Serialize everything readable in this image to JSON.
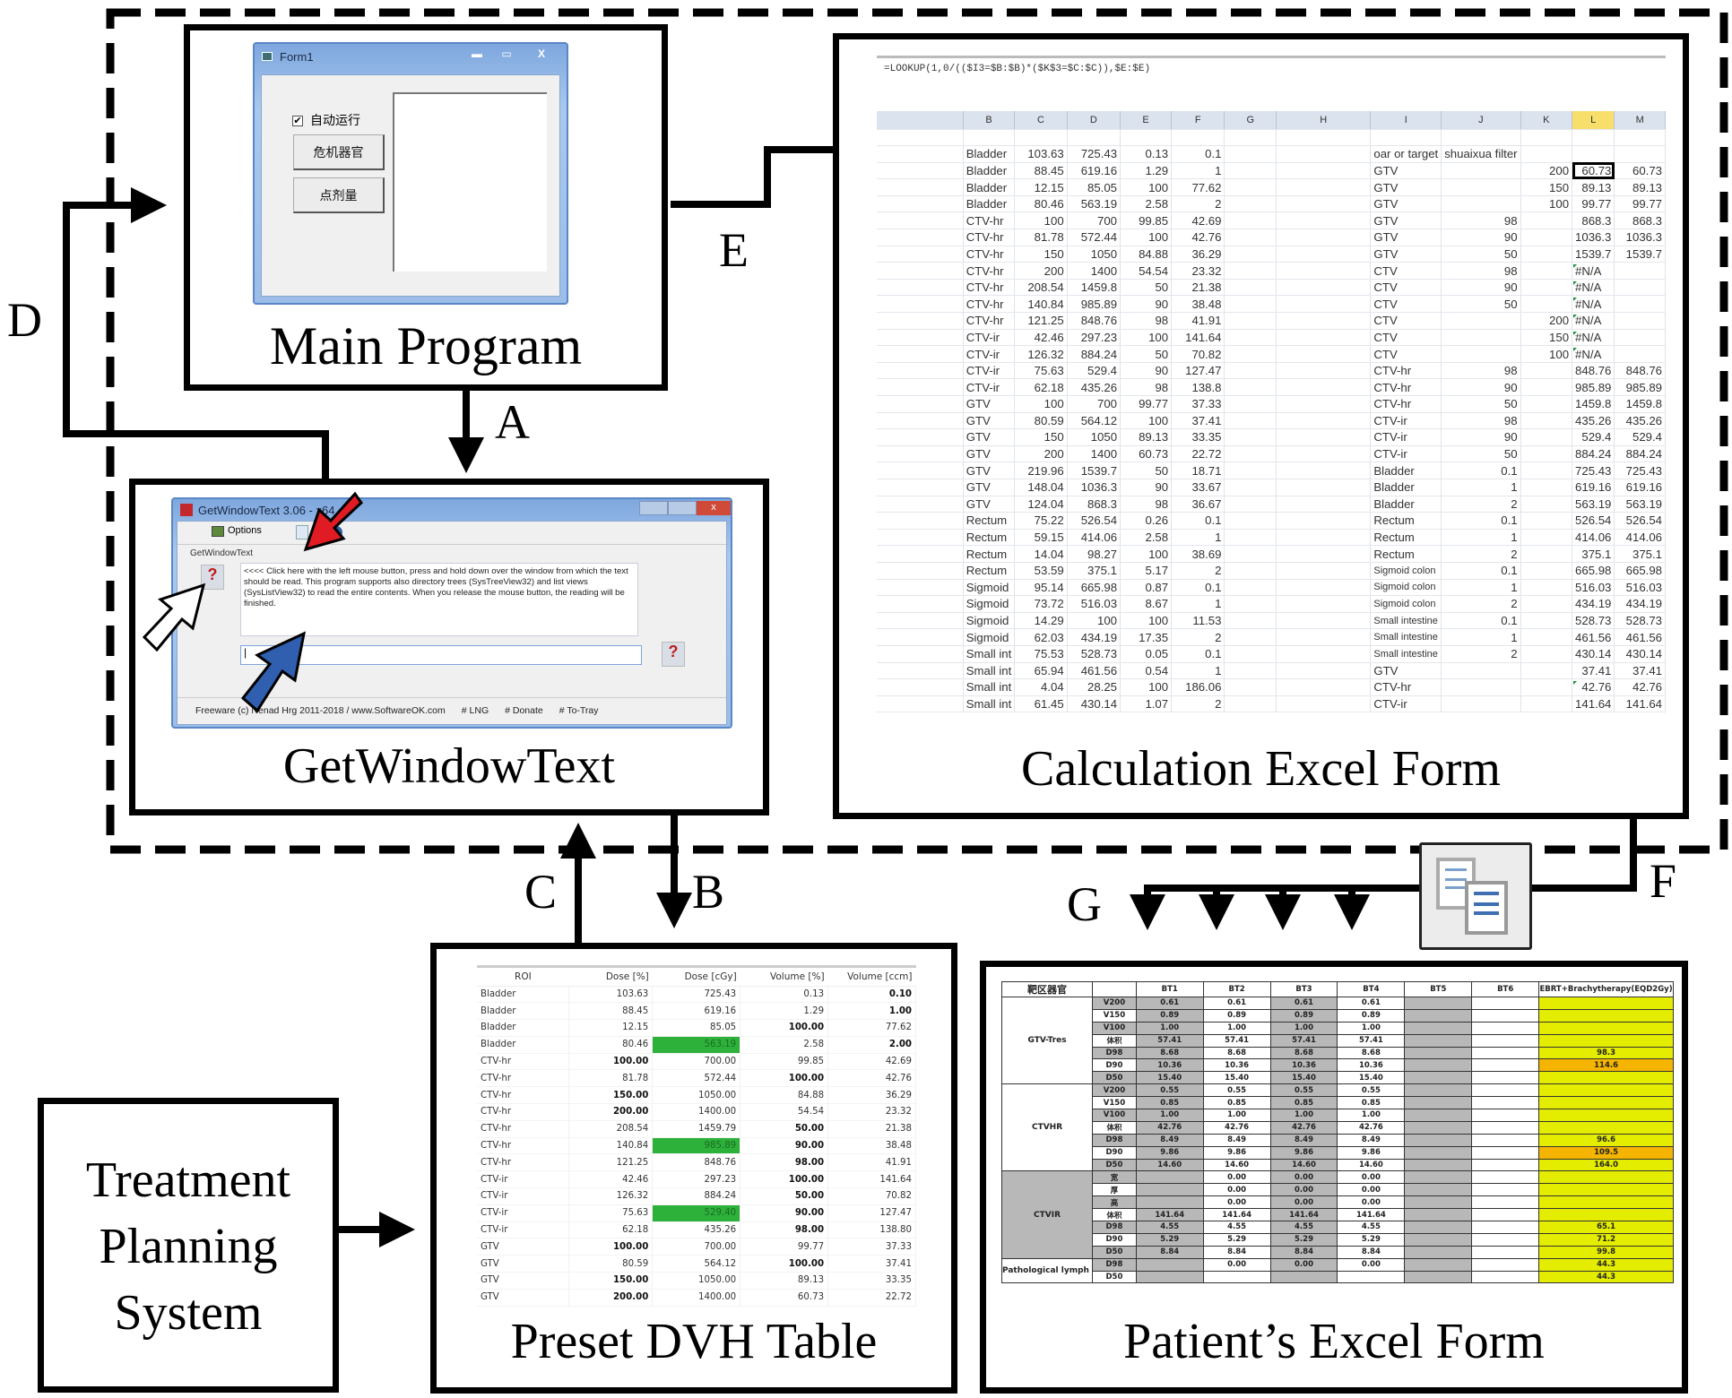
{
  "labels": {
    "A": "A",
    "B": "B",
    "C": "C",
    "D": "D",
    "E": "E",
    "F": "F",
    "G": "G"
  },
  "main_program": {
    "caption": "Main Program",
    "window_title": "Form1",
    "checkbox_label": "自动运行",
    "checkbox_checked": true,
    "button1": "危机器官",
    "button2": "点剂量",
    "min_glyph": "▬",
    "max_glyph": "▭",
    "close_glyph": "X"
  },
  "getwindowtext": {
    "caption": "GetWindowText",
    "window_title": "GetWindowText 3.06 - x64",
    "toolbar_options": "Options",
    "group_label": "GetWindowText",
    "instructions": "<<<< Click here with the left mouse button, press and hold down over the window from which the text should be read. This program supports also directory trees (SysTreeView32) and list views (SysListView32) to read the entire contents. When you release the mouse button, the reading will be finished.",
    "input_value": "|",
    "status_footer": "Freeware (c) Nenad Hrg 2011-2018 / www.SoftwareOK.com",
    "footer_links": [
      "# LNG",
      "# Donate",
      "# To-Tray"
    ],
    "arrow_colors": {
      "red": "#e01b24",
      "blue": "#2f5fae",
      "white": "#ffffff"
    }
  },
  "calc_excel": {
    "caption": "Calculation Excel Form",
    "formula": "=LOOKUP(1,0/(($I3=$B:$B)*($K$3=$C:$C)),$E:$E)",
    "columns": [
      "B",
      "C",
      "D",
      "E",
      "F",
      "G",
      "H",
      "I",
      "J",
      "K",
      "L",
      "M"
    ],
    "selected_column": "L",
    "header_row": [
      "",
      "",
      "",
      "",
      "",
      "",
      "",
      "",
      "",
      "",
      "",
      ""
    ],
    "rows": [
      [
        "Bladder",
        "103.63",
        "725.43",
        "0.13",
        "0.1",
        "",
        "",
        "oar or target",
        "shuaixua filter",
        "",
        "",
        ""
      ],
      [
        "Bladder",
        "88.45",
        "619.16",
        "1.29",
        "1",
        "",
        "",
        "GTV",
        "",
        "200",
        "60.73",
        "60.73"
      ],
      [
        "Bladder",
        "12.15",
        "85.05",
        "100",
        "77.62",
        "",
        "",
        "GTV",
        "",
        "150",
        "89.13",
        "89.13"
      ],
      [
        "Bladder",
        "80.46",
        "563.19",
        "2.58",
        "2",
        "",
        "",
        "GTV",
        "",
        "100",
        "99.77",
        "99.77"
      ],
      [
        "CTV-hr",
        "100",
        "700",
        "99.85",
        "42.69",
        "",
        "",
        "GTV",
        "98",
        "",
        "868.3",
        "868.3"
      ],
      [
        "CTV-hr",
        "81.78",
        "572.44",
        "100",
        "42.76",
        "",
        "",
        "GTV",
        "90",
        "",
        "1036.3",
        "1036.3"
      ],
      [
        "CTV-hr",
        "150",
        "1050",
        "84.88",
        "36.29",
        "",
        "",
        "GTV",
        "50",
        "",
        "1539.7",
        "1539.7"
      ],
      [
        "CTV-hr",
        "200",
        "1400",
        "54.54",
        "23.32",
        "",
        "",
        "CTV",
        "98",
        "",
        "#N/A",
        ""
      ],
      [
        "CTV-hr",
        "208.54",
        "1459.8",
        "50",
        "21.38",
        "",
        "",
        "CTV",
        "90",
        "",
        "#N/A",
        ""
      ],
      [
        "CTV-hr",
        "140.84",
        "985.89",
        "90",
        "38.48",
        "",
        "",
        "CTV",
        "50",
        "",
        "#N/A",
        ""
      ],
      [
        "CTV-hr",
        "121.25",
        "848.76",
        "98",
        "41.91",
        "",
        "",
        "CTV",
        "",
        "200",
        "#N/A",
        ""
      ],
      [
        "CTV-ir",
        "42.46",
        "297.23",
        "100",
        "141.64",
        "",
        "",
        "CTV",
        "",
        "150",
        "#N/A",
        ""
      ],
      [
        "CTV-ir",
        "126.32",
        "884.24",
        "50",
        "70.82",
        "",
        "",
        "CTV",
        "",
        "100",
        "#N/A",
        ""
      ],
      [
        "CTV-ir",
        "75.63",
        "529.4",
        "90",
        "127.47",
        "",
        "",
        "CTV-hr",
        "98",
        "",
        "848.76",
        "848.76"
      ],
      [
        "CTV-ir",
        "62.18",
        "435.26",
        "98",
        "138.8",
        "",
        "",
        "CTV-hr",
        "90",
        "",
        "985.89",
        "985.89"
      ],
      [
        "GTV",
        "100",
        "700",
        "99.77",
        "37.33",
        "",
        "",
        "CTV-hr",
        "50",
        "",
        "1459.8",
        "1459.8"
      ],
      [
        "GTV",
        "80.59",
        "564.12",
        "100",
        "37.41",
        "",
        "",
        "CTV-ir",
        "98",
        "",
        "435.26",
        "435.26"
      ],
      [
        "GTV",
        "150",
        "1050",
        "89.13",
        "33.35",
        "",
        "",
        "CTV-ir",
        "90",
        "",
        "529.4",
        "529.4"
      ],
      [
        "GTV",
        "200",
        "1400",
        "60.73",
        "22.72",
        "",
        "",
        "CTV-ir",
        "50",
        "",
        "884.24",
        "884.24"
      ],
      [
        "GTV",
        "219.96",
        "1539.7",
        "50",
        "18.71",
        "",
        "",
        "Bladder",
        "0.1",
        "",
        "725.43",
        "725.43"
      ],
      [
        "GTV",
        "148.04",
        "1036.3",
        "90",
        "33.67",
        "",
        "",
        "Bladder",
        "1",
        "",
        "619.16",
        "619.16"
      ],
      [
        "GTV",
        "124.04",
        "868.3",
        "98",
        "36.67",
        "",
        "",
        "Bladder",
        "2",
        "",
        "563.19",
        "563.19"
      ],
      [
        "Rectum",
        "75.22",
        "526.54",
        "0.26",
        "0.1",
        "",
        "",
        "Rectum",
        "0.1",
        "",
        "526.54",
        "526.54"
      ],
      [
        "Rectum",
        "59.15",
        "414.06",
        "2.58",
        "1",
        "",
        "",
        "Rectum",
        "1",
        "",
        "414.06",
        "414.06"
      ],
      [
        "Rectum",
        "14.04",
        "98.27",
        "100",
        "38.69",
        "",
        "",
        "Rectum",
        "2",
        "",
        "375.1",
        "375.1"
      ],
      [
        "Rectum",
        "53.59",
        "375.1",
        "5.17",
        "2",
        "",
        "",
        "Sigmoid colon",
        "0.1",
        "",
        "665.98",
        "665.98"
      ],
      [
        "Sigmoid",
        "95.14",
        "665.98",
        "0.87",
        "0.1",
        "",
        "",
        "Sigmoid colon",
        "1",
        "",
        "516.03",
        "516.03"
      ],
      [
        "Sigmoid",
        "73.72",
        "516.03",
        "8.67",
        "1",
        "",
        "",
        "Sigmoid colon",
        "2",
        "",
        "434.19",
        "434.19"
      ],
      [
        "Sigmoid",
        "14.29",
        "100",
        "100",
        "11.53",
        "",
        "",
        "Small intestine",
        "0.1",
        "",
        "528.73",
        "528.73"
      ],
      [
        "Sigmoid",
        "62.03",
        "434.19",
        "17.35",
        "2",
        "",
        "",
        "Small intestine",
        "1",
        "",
        "461.56",
        "461.56"
      ],
      [
        "Small int",
        "75.53",
        "528.73",
        "0.05",
        "0.1",
        "",
        "",
        "Small intestine",
        "2",
        "",
        "430.14",
        "430.14"
      ],
      [
        "Small int",
        "65.94",
        "461.56",
        "0.54",
        "1",
        "",
        "",
        "GTV",
        "",
        "",
        "37.41",
        "37.41"
      ],
      [
        "Small int",
        "4.04",
        "28.25",
        "100",
        "186.06",
        "",
        "",
        "CTV-hr",
        "",
        "",
        "42.76",
        "42.76"
      ],
      [
        "Small int",
        "61.45",
        "430.14",
        "1.07",
        "2",
        "",
        "",
        "CTV-ir",
        "",
        "",
        "141.64",
        "141.64"
      ]
    ]
  },
  "dvh_table": {
    "caption": "Preset DVH Table",
    "headers": [
      "ROI",
      "Dose [%]",
      "Dose [cGy]",
      "Volume [%]",
      "Volume [ccm]"
    ],
    "highlight_color": "#2db13a",
    "rows": [
      {
        "cells": [
          "Bladder",
          "103.63",
          "725.43",
          "0.13",
          "0.10"
        ],
        "bold": [
          4
        ],
        "hl": []
      },
      {
        "cells": [
          "Bladder",
          "88.45",
          "619.16",
          "1.29",
          "1.00"
        ],
        "bold": [
          4
        ],
        "hl": []
      },
      {
        "cells": [
          "Bladder",
          "12.15",
          "85.05",
          "100.00",
          "77.62"
        ],
        "bold": [
          3
        ],
        "hl": []
      },
      {
        "cells": [
          "Bladder",
          "80.46",
          "563.19",
          "2.58",
          "2.00"
        ],
        "bold": [
          4
        ],
        "hl": [
          2
        ]
      },
      {
        "cells": [
          "CTV-hr",
          "100.00",
          "700.00",
          "99.85",
          "42.69"
        ],
        "bold": [
          1
        ],
        "hl": []
      },
      {
        "cells": [
          "CTV-hr",
          "81.78",
          "572.44",
          "100.00",
          "42.76"
        ],
        "bold": [
          3
        ],
        "hl": []
      },
      {
        "cells": [
          "CTV-hr",
          "150.00",
          "1050.00",
          "84.88",
          "36.29"
        ],
        "bold": [
          1
        ],
        "hl": []
      },
      {
        "cells": [
          "CTV-hr",
          "200.00",
          "1400.00",
          "54.54",
          "23.32"
        ],
        "bold": [
          1
        ],
        "hl": []
      },
      {
        "cells": [
          "CTV-hr",
          "208.54",
          "1459.79",
          "50.00",
          "21.38"
        ],
        "bold": [
          3
        ],
        "hl": []
      },
      {
        "cells": [
          "CTV-hr",
          "140.84",
          "985.89",
          "90.00",
          "38.48"
        ],
        "bold": [
          3
        ],
        "hl": [
          2
        ]
      },
      {
        "cells": [
          "CTV-hr",
          "121.25",
          "848.76",
          "98.00",
          "41.91"
        ],
        "bold": [
          3
        ],
        "hl": []
      },
      {
        "cells": [
          "CTV-ir",
          "42.46",
          "297.23",
          "100.00",
          "141.64"
        ],
        "bold": [
          3
        ],
        "hl": []
      },
      {
        "cells": [
          "CTV-ir",
          "126.32",
          "884.24",
          "50.00",
          "70.82"
        ],
        "bold": [
          3
        ],
        "hl": []
      },
      {
        "cells": [
          "CTV-ir",
          "75.63",
          "529.40",
          "90.00",
          "127.47"
        ],
        "bold": [
          3
        ],
        "hl": [
          2
        ]
      },
      {
        "cells": [
          "CTV-ir",
          "62.18",
          "435.26",
          "98.00",
          "138.80"
        ],
        "bold": [
          3
        ],
        "hl": []
      },
      {
        "cells": [
          "GTV",
          "100.00",
          "700.00",
          "99.77",
          "37.33"
        ],
        "bold": [
          1
        ],
        "hl": []
      },
      {
        "cells": [
          "GTV",
          "80.59",
          "564.12",
          "100.00",
          "37.41"
        ],
        "bold": [
          3
        ],
        "hl": []
      },
      {
        "cells": [
          "GTV",
          "150.00",
          "1050.00",
          "89.13",
          "33.35"
        ],
        "bold": [
          1
        ],
        "hl": []
      },
      {
        "cells": [
          "GTV",
          "200.00",
          "1400.00",
          "60.73",
          "22.72"
        ],
        "bold": [
          1
        ],
        "hl": []
      }
    ]
  },
  "patient_excel": {
    "caption": "Patient’s Excel Form",
    "headers": [
      "靶区器官",
      "",
      "BT1",
      "BT2",
      "BT3",
      "BT4",
      "BT5",
      "BT6",
      "EBRT+Brachytherapy(EQD2Gy)"
    ],
    "groups": [
      {
        "name": "GTV-Tres",
        "shaded": false,
        "rows": [
          {
            "metric": "V200",
            "bt": [
              "0.61",
              "0.61",
              "0.61",
              "0.61"
            ],
            "eqd2": "",
            "eqd2_color": "y"
          },
          {
            "metric": "V150",
            "bt": [
              "0.89",
              "0.89",
              "0.89",
              "0.89"
            ],
            "eqd2": "",
            "eqd2_color": "y"
          },
          {
            "metric": "V100",
            "bt": [
              "1.00",
              "1.00",
              "1.00",
              "1.00"
            ],
            "eqd2": "",
            "eqd2_color": "y"
          },
          {
            "metric": "体积",
            "bt": [
              "57.41",
              "57.41",
              "57.41",
              "57.41"
            ],
            "eqd2": "",
            "eqd2_color": "y"
          },
          {
            "metric": "D98",
            "bt": [
              "8.68",
              "8.68",
              "8.68",
              "8.68"
            ],
            "eqd2": "98.3",
            "eqd2_color": "y"
          },
          {
            "metric": "D90",
            "bt": [
              "10.36",
              "10.36",
              "10.36",
              "10.36"
            ],
            "eqd2": "114.6",
            "eqd2_color": "o"
          },
          {
            "metric": "D50",
            "bt": [
              "15.40",
              "15.40",
              "15.40",
              "15.40"
            ],
            "eqd2": "",
            "eqd2_color": "y"
          }
        ]
      },
      {
        "name": "CTVHR",
        "shaded": false,
        "rows": [
          {
            "metric": "V200",
            "bt": [
              "0.55",
              "0.55",
              "0.55",
              "0.55"
            ],
            "eqd2": "",
            "eqd2_color": "y"
          },
          {
            "metric": "V150",
            "bt": [
              "0.85",
              "0.85",
              "0.85",
              "0.85"
            ],
            "eqd2": "",
            "eqd2_color": "y"
          },
          {
            "metric": "V100",
            "bt": [
              "1.00",
              "1.00",
              "1.00",
              "1.00"
            ],
            "eqd2": "",
            "eqd2_color": "y"
          },
          {
            "metric": "体积",
            "bt": [
              "42.76",
              "42.76",
              "42.76",
              "42.76"
            ],
            "eqd2": "",
            "eqd2_color": "y"
          },
          {
            "metric": "D98",
            "bt": [
              "8.49",
              "8.49",
              "8.49",
              "8.49"
            ],
            "eqd2": "96.6",
            "eqd2_color": "y"
          },
          {
            "metric": "D90",
            "bt": [
              "9.86",
              "9.86",
              "9.86",
              "9.86"
            ],
            "eqd2": "109.5",
            "eqd2_color": "o"
          },
          {
            "metric": "D50",
            "bt": [
              "14.60",
              "14.60",
              "14.60",
              "14.60"
            ],
            "eqd2": "164.0",
            "eqd2_color": "y"
          }
        ]
      },
      {
        "name": "CTVIR",
        "shaded": true,
        "rows": [
          {
            "metric": "宽",
            "bt": [
              "",
              "0.00",
              "0.00",
              "0.00"
            ],
            "eqd2": "",
            "eqd2_color": "y"
          },
          {
            "metric": "厚",
            "bt": [
              "",
              "0.00",
              "0.00",
              "0.00"
            ],
            "eqd2": "",
            "eqd2_color": "y"
          },
          {
            "metric": "高",
            "bt": [
              "",
              "0.00",
              "0.00",
              "0.00"
            ],
            "eqd2": "",
            "eqd2_color": "y"
          },
          {
            "metric": "体积",
            "bt": [
              "141.64",
              "141.64",
              "141.64",
              "141.64"
            ],
            "eqd2": "",
            "eqd2_color": "y"
          },
          {
            "metric": "D98",
            "bt": [
              "4.55",
              "4.55",
              "4.55",
              "4.55"
            ],
            "eqd2": "65.1",
            "eqd2_color": "y"
          },
          {
            "metric": "D90",
            "bt": [
              "5.29",
              "5.29",
              "5.29",
              "5.29"
            ],
            "eqd2": "71.2",
            "eqd2_color": "y"
          },
          {
            "metric": "D50",
            "bt": [
              "8.84",
              "8.84",
              "8.84",
              "8.84"
            ],
            "eqd2": "99.8",
            "eqd2_color": "y"
          }
        ]
      },
      {
        "name": "Pathological lymph nodes",
        "shaded": false,
        "rows": [
          {
            "metric": "D98",
            "bt": [
              "",
              "0.00",
              "0.00",
              "0.00"
            ],
            "eqd2": "44.3",
            "eqd2_color": "y"
          },
          {
            "metric": "D50",
            "bt": [
              "",
              "",
              "",
              ""
            ],
            "eqd2": "44.3",
            "eqd2_color": "y"
          }
        ]
      }
    ]
  },
  "tps": {
    "caption_lines": [
      "Treatment",
      "Planning",
      "System"
    ]
  },
  "copy_icon": {
    "name": "copy-icon"
  }
}
